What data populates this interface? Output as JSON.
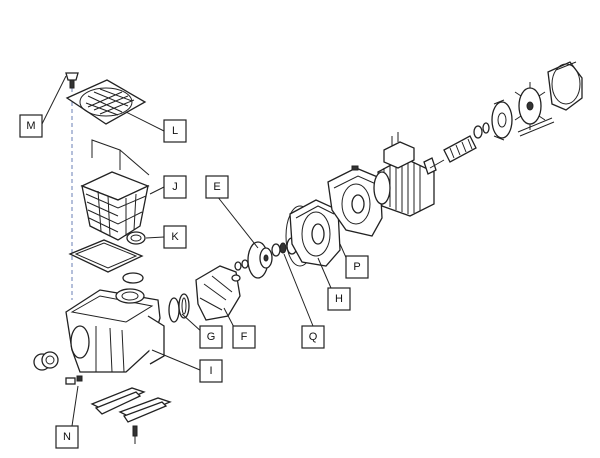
{
  "diagram": {
    "labels": {
      "E": "E",
      "F": "F",
      "G": "G",
      "H": "H",
      "I": "I",
      "J": "J",
      "K": "K",
      "L": "L",
      "M": "M",
      "N": "N",
      "P": "P",
      "Q": "Q"
    }
  }
}
